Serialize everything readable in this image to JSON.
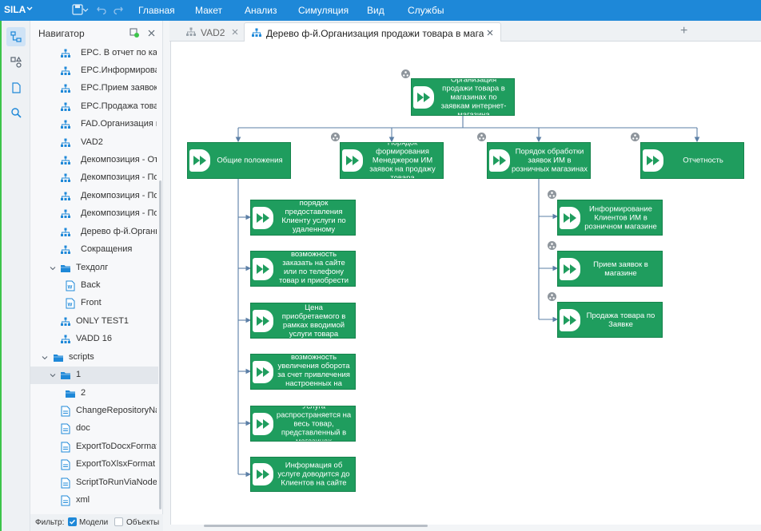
{
  "app": {
    "name": "SILA"
  },
  "menu": [
    "Главная",
    "Макет",
    "Анализ",
    "Симуляция",
    "Вид",
    "Службы"
  ],
  "navigator": {
    "title": "Навигатор",
    "items": [
      {
        "label": "EPC. В отчет по каждо",
        "icon": "process-model-icon"
      },
      {
        "label": "EPC.Информировани",
        "icon": "process-model-icon"
      },
      {
        "label": "EPC.Прием заявок в м",
        "icon": "process-model-icon"
      },
      {
        "label": "EPC.Продажа товара",
        "icon": "process-model-icon"
      },
      {
        "label": "FAD.Организация про",
        "icon": "process-model-icon"
      },
      {
        "label": "VAD2",
        "icon": "process-model-icon"
      },
      {
        "label": "Декомпозиция - Отче",
        "icon": "process-model-icon"
      },
      {
        "label": "Декомпозиция - Пол",
        "icon": "process-model-icon"
      },
      {
        "label": "Декомпозиция - Пол",
        "icon": "process-model-icon"
      },
      {
        "label": "Декомпозиция - Пор",
        "icon": "process-model-icon"
      },
      {
        "label": "Дерево ф-й.Организа",
        "icon": "process-model-icon"
      },
      {
        "label": "Сокращения",
        "icon": "process-model-icon"
      },
      {
        "label": "Техдолг",
        "icon": "folder-icon"
      },
      {
        "label": "Back",
        "icon": "word-doc-icon"
      },
      {
        "label": "Front",
        "icon": "word-doc-icon"
      },
      {
        "label": "ONLY TEST1",
        "icon": "process-model-icon"
      },
      {
        "label": "VADD 16",
        "icon": "process-model-icon"
      },
      {
        "label": "scripts",
        "icon": "folder-icon"
      },
      {
        "label": "1",
        "icon": "folder-icon"
      },
      {
        "label": "2",
        "icon": "folder-icon"
      },
      {
        "label": "ChangeRepositoryName",
        "icon": "script-file-icon"
      },
      {
        "label": "doc",
        "icon": "script-file-icon"
      },
      {
        "label": "ExportToDocxFormat",
        "icon": "script-file-icon"
      },
      {
        "label": "ExportToXlsxFormat",
        "icon": "script-file-icon"
      },
      {
        "label": "ScriptToRunViaNodeOrD",
        "icon": "script-file-icon"
      },
      {
        "label": "xml",
        "icon": "script-file-icon"
      }
    ],
    "filter": {
      "label": "Фильтр:",
      "models_label": "Модели",
      "models_checked": true,
      "objects_label": "Объекты",
      "objects_checked": false
    }
  },
  "tabs": [
    {
      "label": "VAD2",
      "active": false
    },
    {
      "label": "Дерево ф-й.Организация продажи товара в магазин...",
      "active": true
    }
  ],
  "diagram": {
    "root": "Организация продажи товара в магазинах по заявкам интернет-магазина",
    "level1": [
      "Общие положения",
      "Порядок формирования Менеджером ИМ заявок на продажу товара",
      "Порядок обработки заявок ИМ в розничных магазинах",
      "Отчетность"
    ],
    "left_children": [
      "порядок предоставления Клиенту услуги по удаленному резервированию товара и покупке его в любом",
      "возможность заказать на сайте или по телефону товар и приобрести его в удобном для себя",
      "Цена приобретаемого в рамках вводимой услуги товара соответствует цене товара в ИМ",
      "возможность увеличения оборота за счет привлечения настроенных на покупку",
      "Услуга распространяется на весь товар, представленный в магазинах",
      "Информация об услуге доводится до Клиентов на сайте"
    ],
    "right_children": [
      "Информирование Клиентов ИМ в розничном магазине",
      "Прием заявок в магазине",
      "Продажа товара по Заявке"
    ],
    "colors": {
      "node_fill": "#1f9d5e",
      "connector": "#5b7fa6",
      "accent": "#1e88d8"
    }
  }
}
